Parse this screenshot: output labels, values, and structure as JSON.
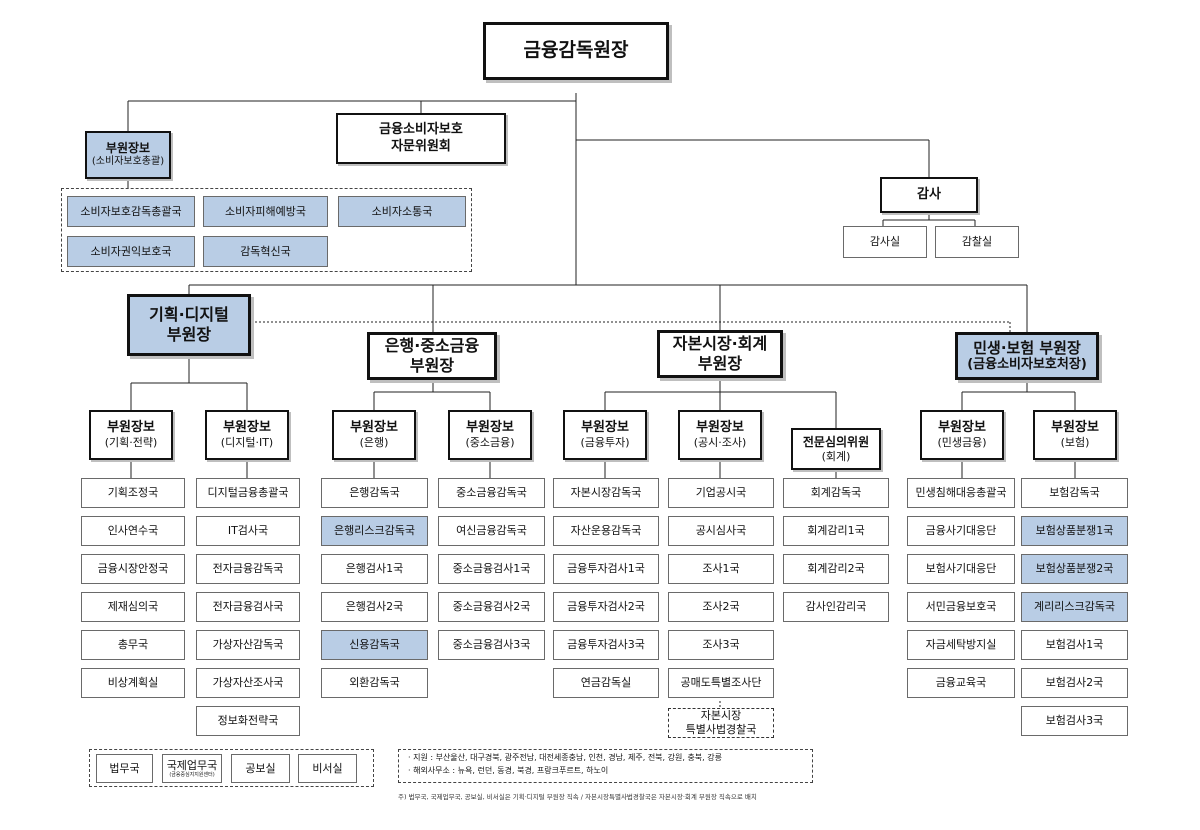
{
  "top": {
    "title": "금융감독원장"
  },
  "committee": {
    "line1": "금융소비자보호",
    "line2": "자문위원회"
  },
  "consumer_deputy": {
    "title": "부원장보",
    "subtitle": "(소비자보호총괄)",
    "depts": [
      "소비자보호감독총괄국",
      "소비자피해예방국",
      "소비자소통국",
      "소비자권익보호국",
      "감독혁신국"
    ]
  },
  "audit": {
    "title": "감사",
    "depts": [
      "감사실",
      "감찰실"
    ]
  },
  "vp_planning": {
    "line1": "기획·디지털",
    "line2": "부원장"
  },
  "vp_bank": {
    "line1": "은행·중소금융",
    "line2": "부원장"
  },
  "vp_capital": {
    "line1": "자본시장·회계",
    "line2": "부원장"
  },
  "vp_insurance": {
    "line1": "민생·보험 부원장",
    "line2": "(금융소비자보호처장)"
  },
  "groups": {
    "planning": {
      "title": "부원장보",
      "subtitle": "(기획·전략)",
      "depts": [
        "기획조정국",
        "인사연수국",
        "금융시장안정국",
        "제재심의국",
        "총무국",
        "비상계획실"
      ]
    },
    "digital": {
      "title": "부원장보",
      "subtitle": "(디지털·IT)",
      "depts": [
        "디지털금융총괄국",
        "IT검사국",
        "전자금융감독국",
        "전자금융검사국",
        "가상자산감독국",
        "가상자산조사국",
        "정보화전략국"
      ]
    },
    "bank": {
      "title": "부원장보",
      "subtitle": "(은행)",
      "depts": [
        "은행감독국",
        "은행리스크감독국",
        "은행검사1국",
        "은행검사2국",
        "신용감독국",
        "외환감독국"
      ]
    },
    "sme": {
      "title": "부원장보",
      "subtitle": "(중소금융)",
      "depts": [
        "중소금융감독국",
        "여신금융감독국",
        "중소금융검사1국",
        "중소금융검사2국",
        "중소금융검사3국"
      ]
    },
    "invest": {
      "title": "부원장보",
      "subtitle": "(금융투자)",
      "depts": [
        "자본시장감독국",
        "자산운용감독국",
        "금융투자검사1국",
        "금융투자검사2국",
        "금융투자검사3국",
        "연금감독실"
      ]
    },
    "disclosure": {
      "title": "부원장보",
      "subtitle": "(공시·조사)",
      "depts": [
        "기업공시국",
        "공시심사국",
        "조사1국",
        "조사2국",
        "조사3국",
        "공매도특별조사단"
      ],
      "special_line1": "자본시장",
      "special_line2": "특별사법경찰국"
    },
    "accounting": {
      "title": "전문심의위원",
      "subtitle": "(회계)",
      "depts": [
        "회계감독국",
        "회계감리1국",
        "회계감리2국",
        "감사인감리국"
      ]
    },
    "livelihood": {
      "title": "부원장보",
      "subtitle": "(민생금융)",
      "depts": [
        "민생침해대응총괄국",
        "금융사기대응단",
        "보험사기대응단",
        "서민금융보호국",
        "자금세탁방지실",
        "금융교육국"
      ]
    },
    "insurance": {
      "title": "부원장보",
      "subtitle": "(보험)",
      "depts": [
        "보험감독국",
        "보험상품분쟁1국",
        "보험상품분쟁2국",
        "계리리스크감독국",
        "보험검사1국",
        "보험검사2국",
        "보험검사3국"
      ]
    }
  },
  "bottom_offices": {
    "legal": "법무국",
    "intl": "국제업무국",
    "intl_sub": "(금융중심지지원센터)",
    "pr": "공보실",
    "secretary": "비서실"
  },
  "notes": {
    "branches": "· 지원 : 부산울산, 대구경북, 광주전남, 대전세종충남, 인천, 경남, 제주, 전북, 강원, 충북, 강릉",
    "overseas": "· 해외사무소 :  뉴욕, 런던, 동경, 북경, 프랑크푸르트, 하노이"
  },
  "footnote": "주) 법무국, 국제업무국, 공보실, 비서실은 기획·디지털 부원장 직속 / 자본시장특별사법경찰국은 자본시장·회계 부원장 직속으로 배치",
  "colors": {
    "highlight": "#b9cde5",
    "border": "#111111"
  }
}
